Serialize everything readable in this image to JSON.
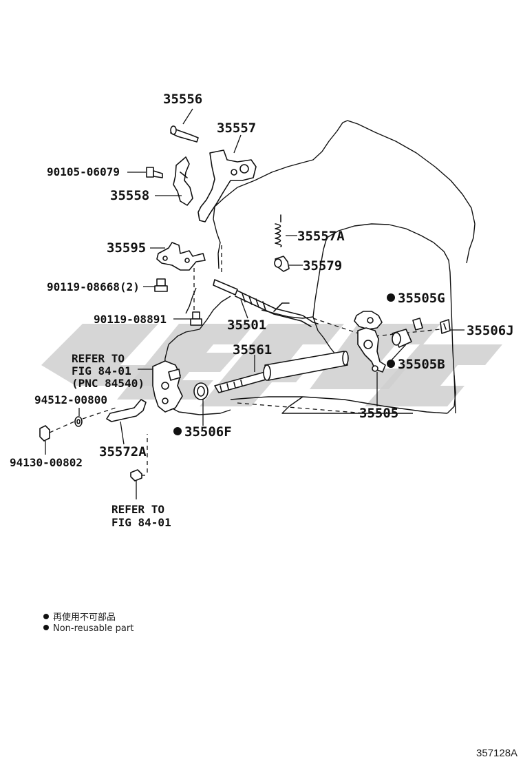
{
  "callouts": {
    "c35556": "35556",
    "c35557": "35557",
    "c90105": "90105-06079",
    "c35558": "35558",
    "c35557A": "35557A",
    "c35579": "35579",
    "c35595": "35595",
    "c90119a": "90119-08668(2)",
    "c35505G": "35505G",
    "c90119b": "90119-08891",
    "c35501": "35501",
    "c35506J": "35506J",
    "c35561": "35561",
    "c35505B": "35505B",
    "refer1_line1": "REFER TO",
    "refer1_line2": "FIG 84-01",
    "refer1_line3": "(PNC 84540)",
    "c94512": "94512-00800",
    "c35505": "35505",
    "c35506F": "35506F",
    "c35572A": "35572A",
    "c94130": "94130-00802",
    "refer2_line1": "REFER TO",
    "refer2_line2": "FIG 84-01"
  },
  "legend": {
    "japanese": "再使用不可部品",
    "english": "Non-reusable part"
  },
  "figure_id": "357128A"
}
